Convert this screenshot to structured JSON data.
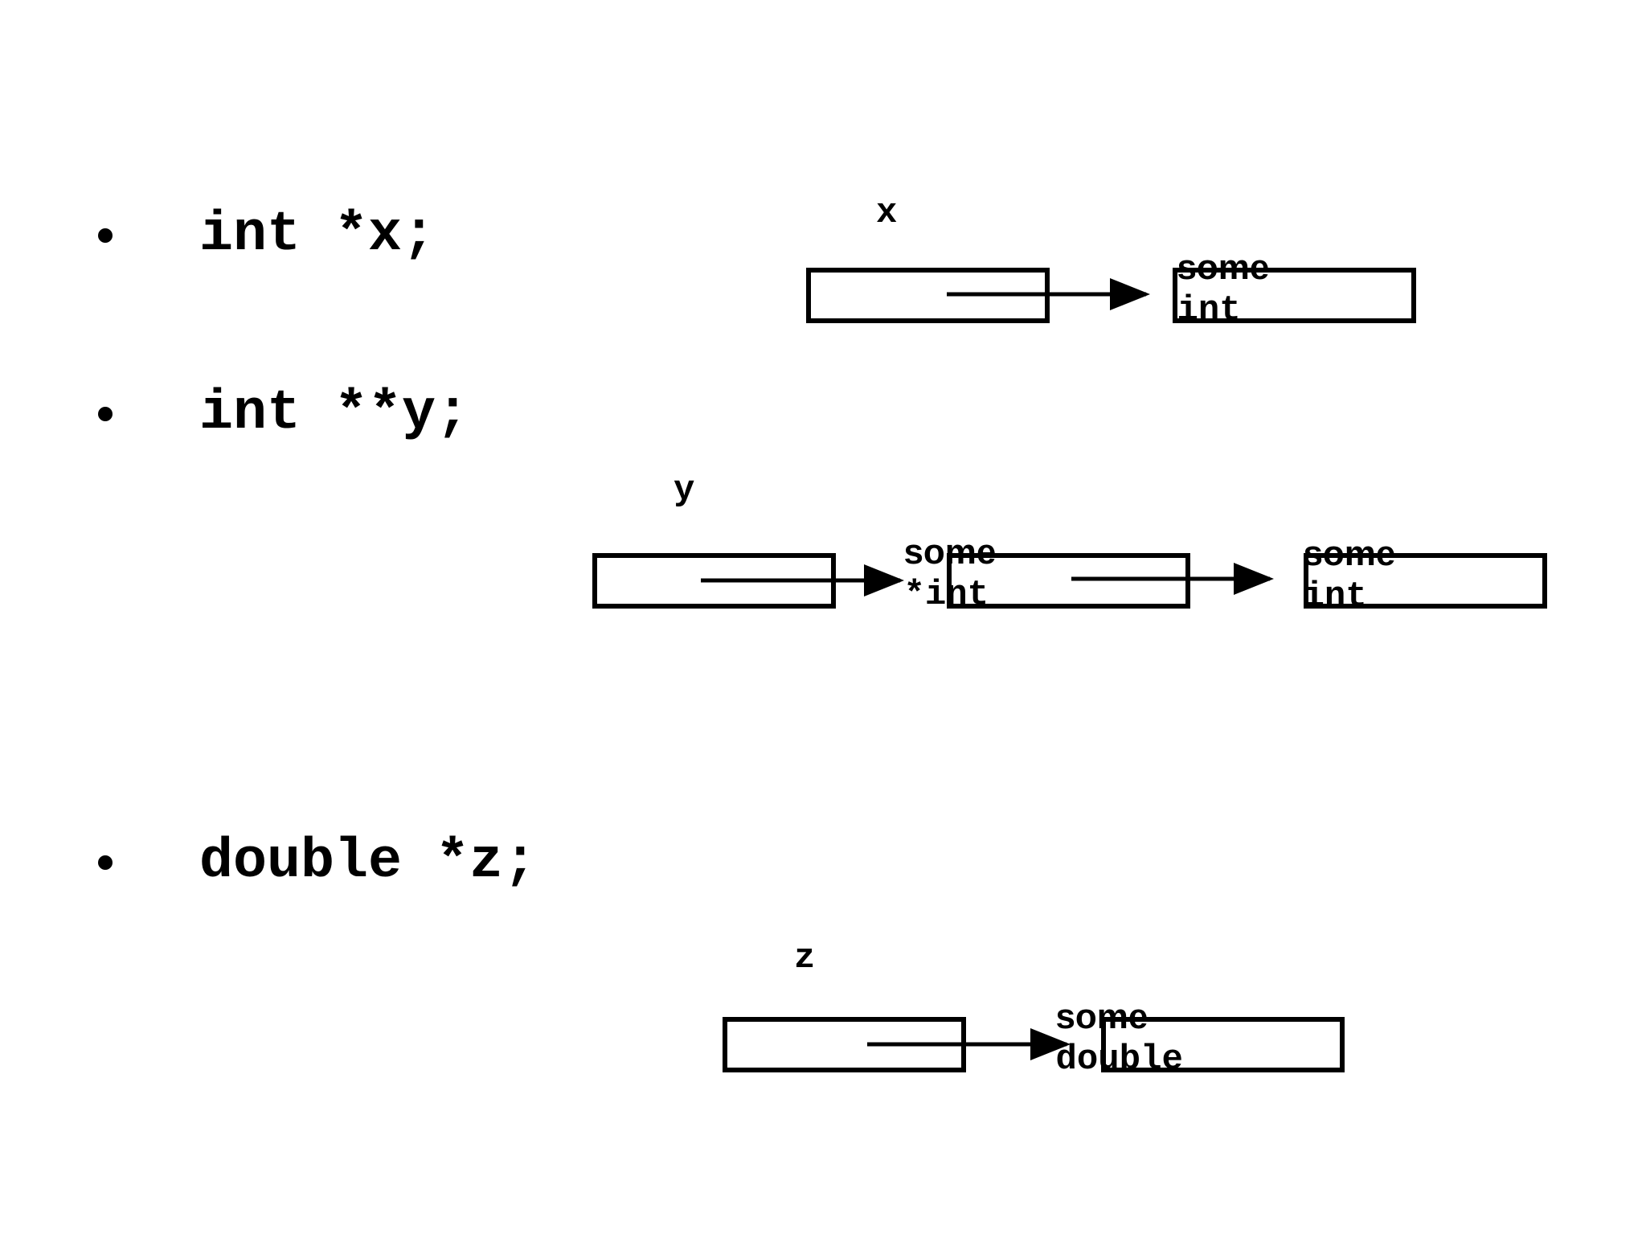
{
  "declarations": [
    {
      "text": "int *x;"
    },
    {
      "text": "int **y;"
    },
    {
      "text": "double *z;"
    }
  ],
  "diagram_x": {
    "var_label": "x",
    "target_word": "some",
    "target_type": "int"
  },
  "diagram_y": {
    "var_label": "y",
    "middle_word": "some",
    "middle_type": "*int",
    "target_word": "some",
    "target_type": "int"
  },
  "diagram_z": {
    "var_label": "z",
    "target_word": "some",
    "target_type": "double"
  }
}
